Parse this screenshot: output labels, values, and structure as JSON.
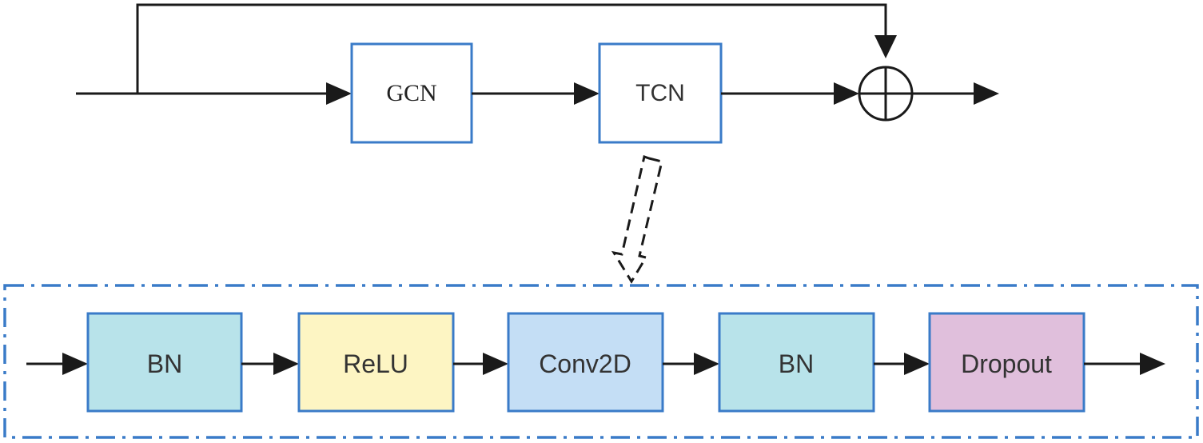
{
  "top_row": {
    "gcn": {
      "label": "GCN"
    },
    "tcn": {
      "label": "TCN"
    },
    "sum": {
      "symbol": "circle-plus"
    }
  },
  "tcn_detail": {
    "blocks": [
      {
        "label": "BN",
        "fill": "#b8e3ea"
      },
      {
        "label": "ReLU",
        "fill": "#fdf5c3"
      },
      {
        "label": "Conv2D",
        "fill": "#c4def5"
      },
      {
        "label": "BN",
        "fill": "#b8e3ea"
      },
      {
        "label": "Dropout",
        "fill": "#e0bfdc"
      }
    ]
  },
  "colors": {
    "box_border": "#3a7bc8",
    "line": "#1a1a1a",
    "container_border": "#3a7bc8"
  }
}
